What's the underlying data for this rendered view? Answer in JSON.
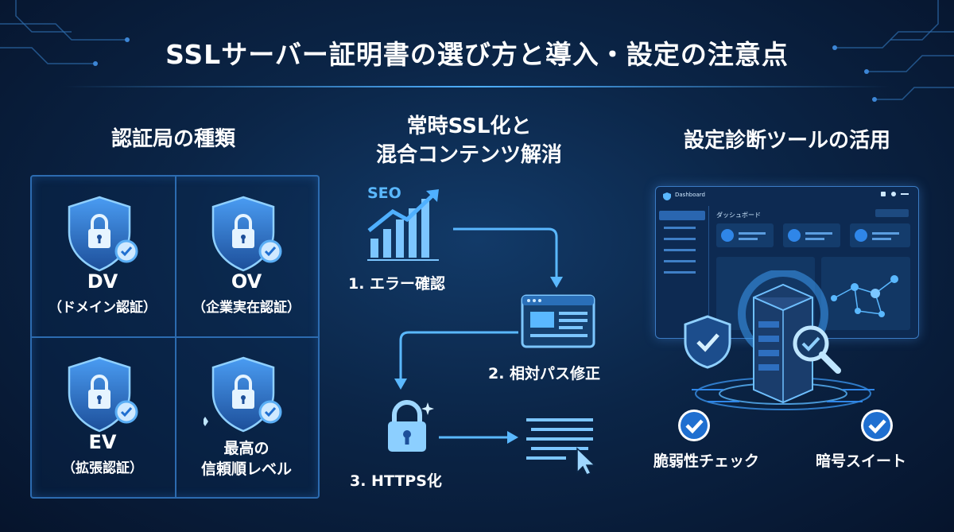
{
  "title": "SSLサーバー証明書の選び方と導入・設定の注意点",
  "left": {
    "heading": "認証局の種類",
    "cells": [
      {
        "main": "DV",
        "sub": "（ドメイン認証）",
        "icon": "shield-lock-badge-icon"
      },
      {
        "main": "OV",
        "sub": "（企業実在認証）",
        "icon": "shield-lock-badge-icon"
      },
      {
        "main": "EV",
        "sub": "（拡張認証）",
        "icon": "shield-lock-badge-icon"
      },
      {
        "line1": "最高の",
        "line2": "信頼順レベル",
        "icon": "shield-lock-sparkle-icon"
      }
    ]
  },
  "middle": {
    "heading_line1": "常時SSL化と",
    "heading_line2": "混合コンテンツ解消",
    "seo_label": "SEO",
    "steps": [
      "1. エラー確認",
      "2. 相対パス修正",
      "3. HTTPS化"
    ]
  },
  "right": {
    "heading": "設定診断ツールの活用",
    "dashboard": {
      "app_name": "Dashboard",
      "page_title": "ダッシュボード"
    },
    "captions": [
      "脆弱性チェック",
      "暗号スイート"
    ]
  },
  "colors": {
    "accent": "#4fb0ff",
    "shield": "#2f7fd8",
    "check": "#1f6fd0",
    "background": "#0b2547"
  }
}
